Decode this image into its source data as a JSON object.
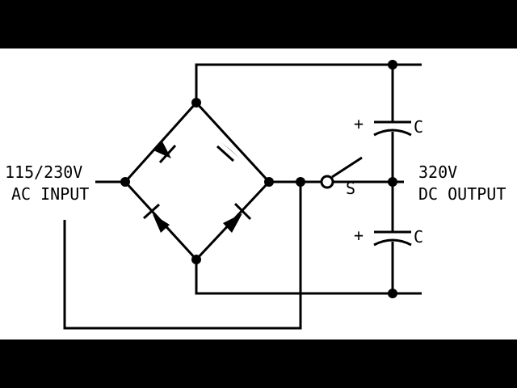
{
  "colors": {
    "background": "#ffffff",
    "ink": "#000000",
    "letterbox": "#000000"
  },
  "labels": {
    "input_voltage": "115/230V",
    "input_type": "AC INPUT",
    "output_voltage": "320V",
    "output_type": "DC OUTPUT",
    "switch": "S",
    "cap_top": "C",
    "cap_bottom": "C",
    "plus_top": "+",
    "plus_bottom": "+"
  }
}
